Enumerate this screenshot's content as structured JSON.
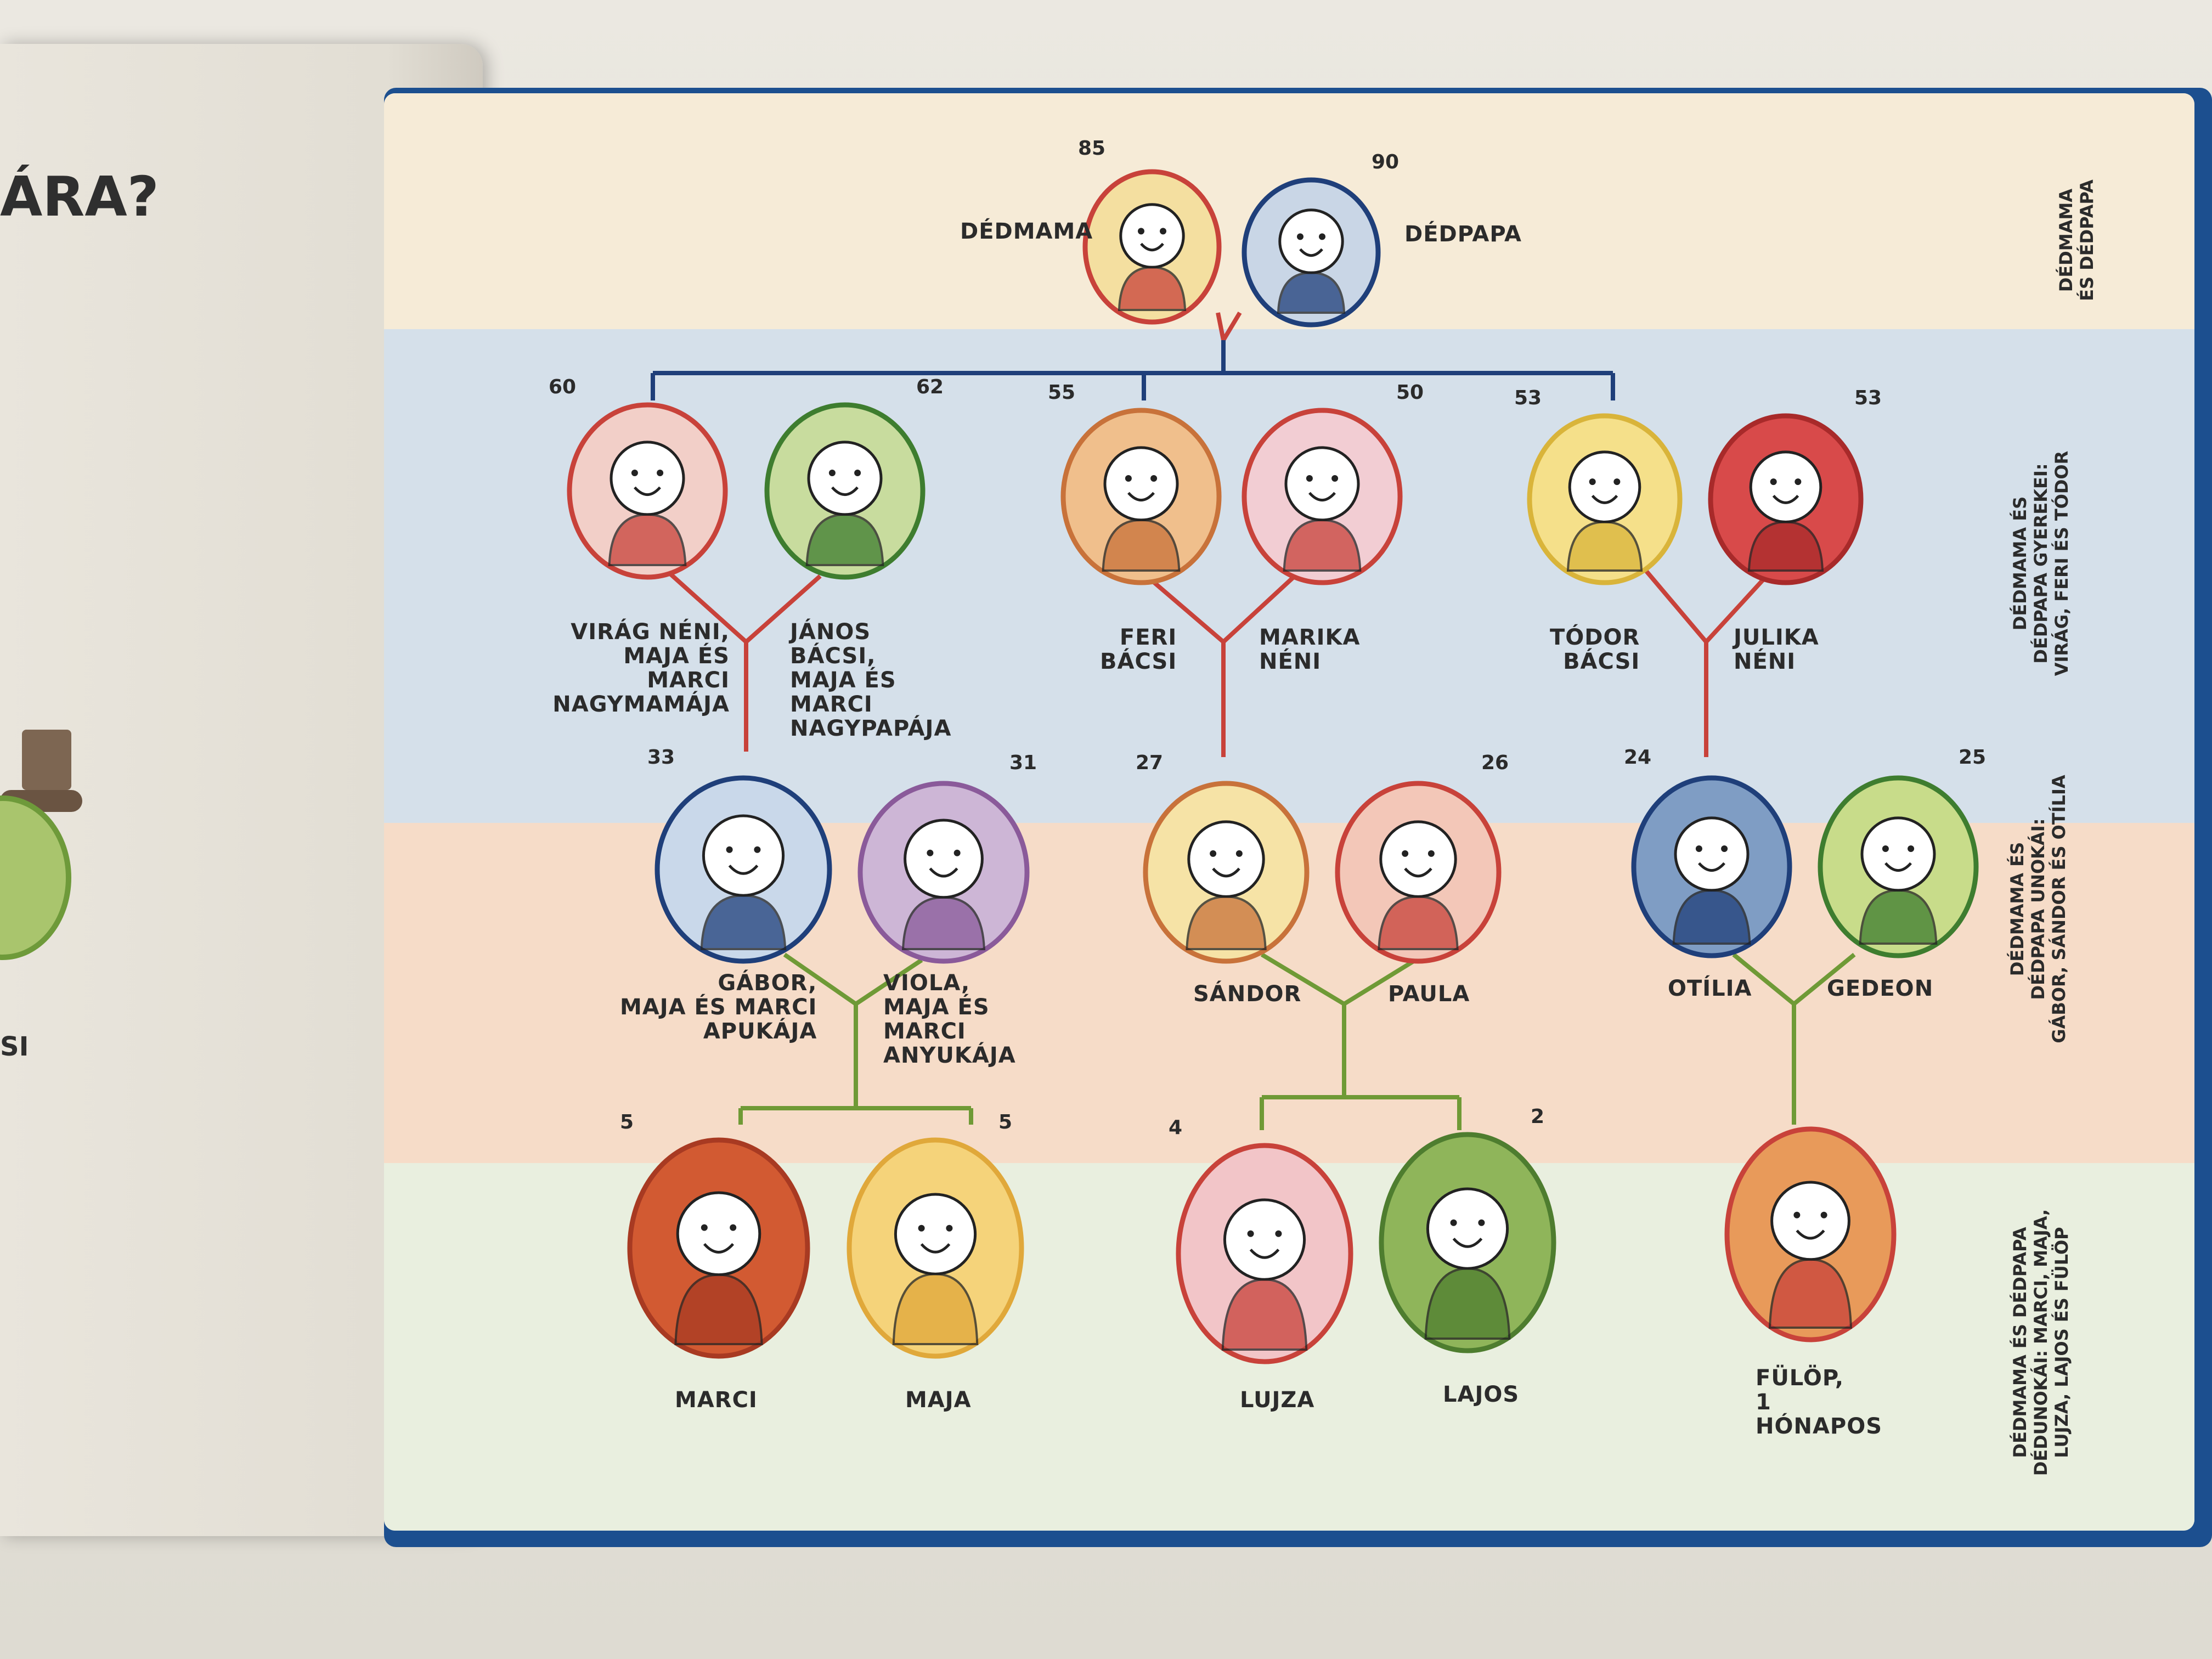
{
  "left_page": {
    "title": "ÁRA?",
    "snippet": "SI"
  },
  "side_labels": {
    "gen1": "DÉDMAMA\nÉS DÉDPAPA",
    "gen2": "DÉDMAMA ÉS\nDÉDPAPA GYEREKEI:\nVIRÁG, FERI ÉS TÓDOR",
    "gen3": "DÉDMAMA ÉS\nDÉDPAPA UNOKÁI:\nGÁBOR, SÁNDOR ÉS OTÍLIA",
    "gen4": "DÉDMAMA ÉS DÉDPAPA\nDÉDUNOKÁI: MARCI, MAJA,\nLUJZA, LAJOS ÉS FÜLÖP"
  },
  "colors": {
    "red_line": "#c8423a",
    "blue_line": "#1f3f7a",
    "green_line": "#6f9a36"
  },
  "people": {
    "dedmama": {
      "name": "DÉDMAMA",
      "age": "85",
      "fill": "#f4dfa0",
      "ring": "#c8423a"
    },
    "dedpapa": {
      "name": "DÉDPAPA",
      "age": "90",
      "fill": "#c9d6e6",
      "ring": "#1f3f7a"
    },
    "virag": {
      "name": "VIRÁG NÉNI,\nMAJA ÉS MARCI\nNAGYMAMÁJA",
      "age": "60",
      "fill": "#f2cfc8",
      "ring": "#c8423a"
    },
    "janos": {
      "name": "JÁNOS BÁCSI,\nMAJA ÉS MARCI\nNAGYPAPÁJA",
      "age": "62",
      "fill": "#c8dc9e",
      "ring": "#3e7d2f"
    },
    "feri": {
      "name": "FERI\nBÁCSI",
      "age": "55",
      "fill": "#f0bf8c",
      "ring": "#c8723a"
    },
    "marika": {
      "name": "MARIKA\nNÉNI",
      "age": "50",
      "fill": "#f2cdd3",
      "ring": "#c8423a"
    },
    "todor": {
      "name": "TÓDOR\nBÁCSI",
      "age": "53",
      "fill": "#f5e08a",
      "ring": "#d9b43a"
    },
    "julika": {
      "name": "JULIKA\nNÉNI",
      "age": "53",
      "fill": "#d84a4a",
      "ring": "#a82a2a"
    },
    "gabor": {
      "name": "GÁBOR,\nMAJA ÉS MARCI\nAPUKÁJA",
      "age": "33",
      "fill": "#c9d8ea",
      "ring": "#1f3f7a"
    },
    "viola": {
      "name": "VIOLA,\nMAJA ÉS MARCI\nANYUKÁJA",
      "age": "31",
      "fill": "#cdb6d6",
      "ring": "#8a5a9a"
    },
    "sandor": {
      "name": "SÁNDOR",
      "age": "27",
      "fill": "#f6e3a6",
      "ring": "#c8723a"
    },
    "paula": {
      "name": "PAULA",
      "age": "26",
      "fill": "#f3c7b8",
      "ring": "#c8423a"
    },
    "otilia": {
      "name": "OTÍLIA",
      "age": "24",
      "fill": "#7f9dc4",
      "ring": "#1f3f7a"
    },
    "gedeon": {
      "name": "GEDEON",
      "age": "25",
      "fill": "#c8dc8a",
      "ring": "#3e7d2f"
    },
    "marci": {
      "name": "MARCI",
      "age": "5",
      "fill": "#d25a32",
      "ring": "#a83a22"
    },
    "maja": {
      "name": "MAJA",
      "age": "5",
      "fill": "#f5d37a",
      "ring": "#e0a83a"
    },
    "lujza": {
      "name": "LUJZA",
      "age": "4",
      "fill": "#f2c5c8",
      "ring": "#c8423a"
    },
    "lajos": {
      "name": "LAJOS",
      "age": "2",
      "fill": "#8fb55a",
      "ring": "#4e7d2f"
    },
    "fulop": {
      "name": "FÜLÖP,\n1 HÓNAPOS",
      "age": "",
      "fill": "#e89a5a",
      "ring": "#c8423a"
    }
  }
}
